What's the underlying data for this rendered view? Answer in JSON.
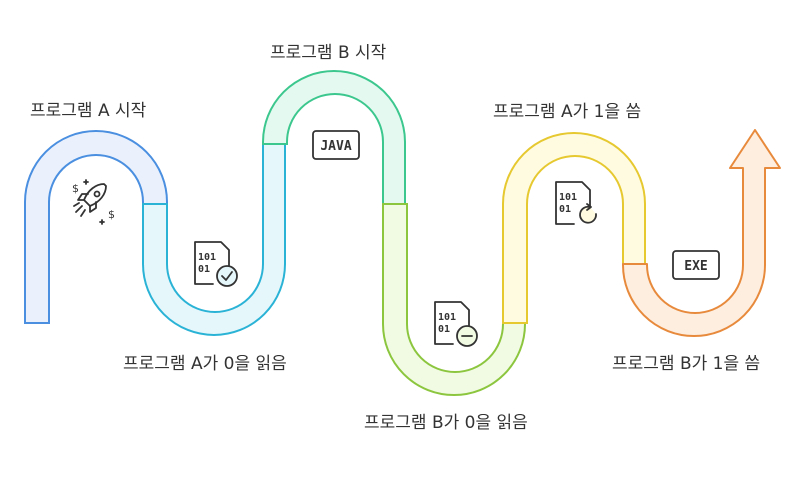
{
  "steps": [
    {
      "label": "프로그램 A 시작",
      "icon": "rocket-icon",
      "color": "#4a8fe0",
      "fill": "#eaf1fd"
    },
    {
      "label": "프로그램 A가 0을 읽음",
      "icon": "file-check-icon",
      "color": "#2bb3d6",
      "fill": "#e6f7fc"
    },
    {
      "label": "프로그램 B 시작",
      "icon": "java-badge-icon",
      "badge": "JAVA",
      "color": "#3cc78e",
      "fill": "#e4f9ef"
    },
    {
      "label": "프로그램 B가 0을 읽음",
      "icon": "file-minus-icon",
      "color": "#8cc63f",
      "fill": "#f1fbe3"
    },
    {
      "label": "프로그램 A가 1을 씀",
      "icon": "file-refresh-icon",
      "color": "#e6c830",
      "fill": "#fffbe0"
    },
    {
      "label": "프로그램 B가 1을 씀",
      "icon": "exe-badge-icon",
      "badge": "EXE",
      "color": "#e88a3c",
      "fill": "#fdeee0"
    }
  ]
}
